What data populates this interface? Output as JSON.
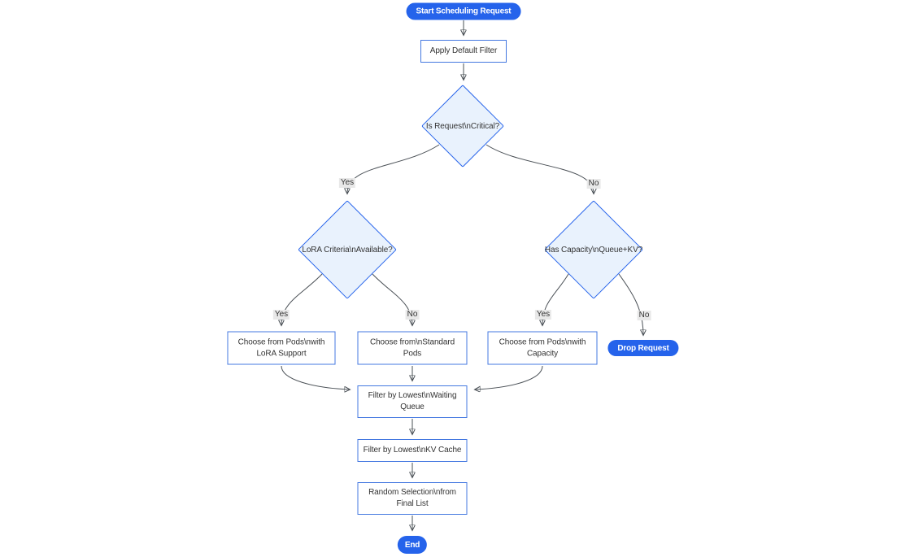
{
  "diagram": {
    "type": "flowchart",
    "colors": {
      "pill_fill": "#2563eb",
      "pill_text": "#ffffff",
      "diamond_fill": "#e9f2fd",
      "diamond_border": "#2563eb",
      "rect_fill": "#ffffff",
      "rect_border": "#4478e0",
      "edge_line": "#4a5056",
      "edge_label_bg": "#e8e8e8",
      "node_text": "#333333"
    },
    "nodes": {
      "start": "Start Scheduling Request",
      "apply_filter": "Apply Default Filter",
      "is_critical": "Is Request\\nCritical?",
      "lora_criteria": "LoRA Criteria\\nAvailable?",
      "has_capacity": "Has Capacity\\nQueue+KV?",
      "choose_lora": "Choose from Pods\\nwith LoRA Support",
      "choose_standard": "Choose from\\nStandard Pods",
      "choose_capacity": "Choose from Pods\\nwith Capacity",
      "drop_request": "Drop Request",
      "filter_waiting": "Filter by Lowest\\nWaiting Queue",
      "filter_kv": "Filter by Lowest\\nKV Cache",
      "random_selection": "Random Selection\\nfrom Final List",
      "end": "End"
    },
    "edge_labels": {
      "critical_yes": "Yes",
      "critical_no": "No",
      "lora_yes": "Yes",
      "lora_no": "No",
      "capacity_yes": "Yes",
      "capacity_no": "No"
    }
  }
}
